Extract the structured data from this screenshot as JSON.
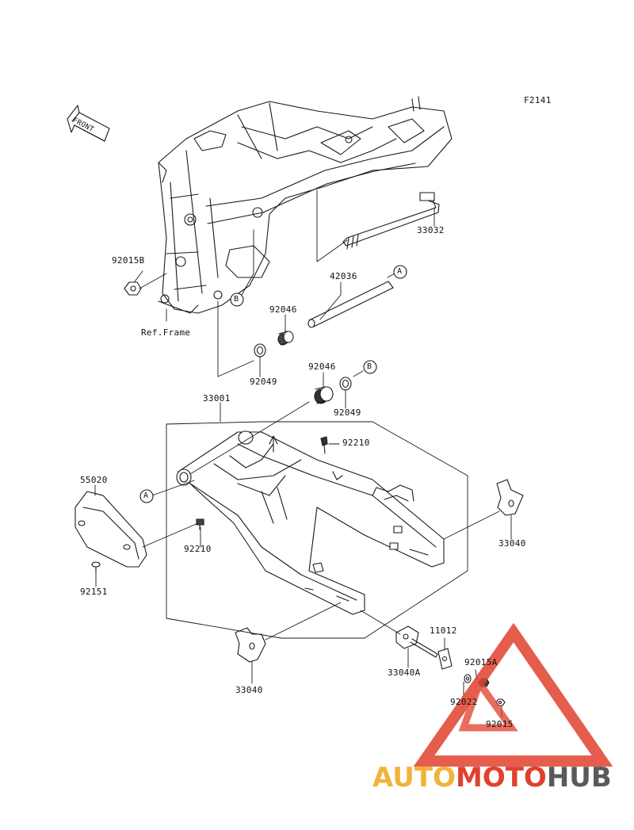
{
  "figure_code": "F2141",
  "front_tag": "FRONT",
  "ref_label": "Ref.Frame",
  "callouts": {
    "A": "A",
    "B": "B"
  },
  "parts": {
    "p33032": "33032",
    "p92015B": "92015B",
    "p42036": "42036",
    "p92046_upper": "92046",
    "p92049_upper": "92049",
    "p92046_lower": "92046",
    "p92049_lower": "92049",
    "p33001": "33001",
    "p92210_upper": "92210",
    "p55020": "55020",
    "p92210_lower": "92210",
    "p92151": "92151",
    "p33040_right": "33040",
    "p33040_bottom": "33040",
    "p33040A": "33040A",
    "p11012": "11012",
    "p92015A": "92015A",
    "p92022": "92022",
    "p92015": "92015"
  },
  "watermark": {
    "part1": "AUTO",
    "part2": "MOTO",
    "part3": "HUB"
  },
  "colors": {
    "line": "#1a1a1a",
    "watermark_red": "#e0412f",
    "watermark_orange": "#f2b23a",
    "watermark_gray": "#5a5a5a"
  }
}
